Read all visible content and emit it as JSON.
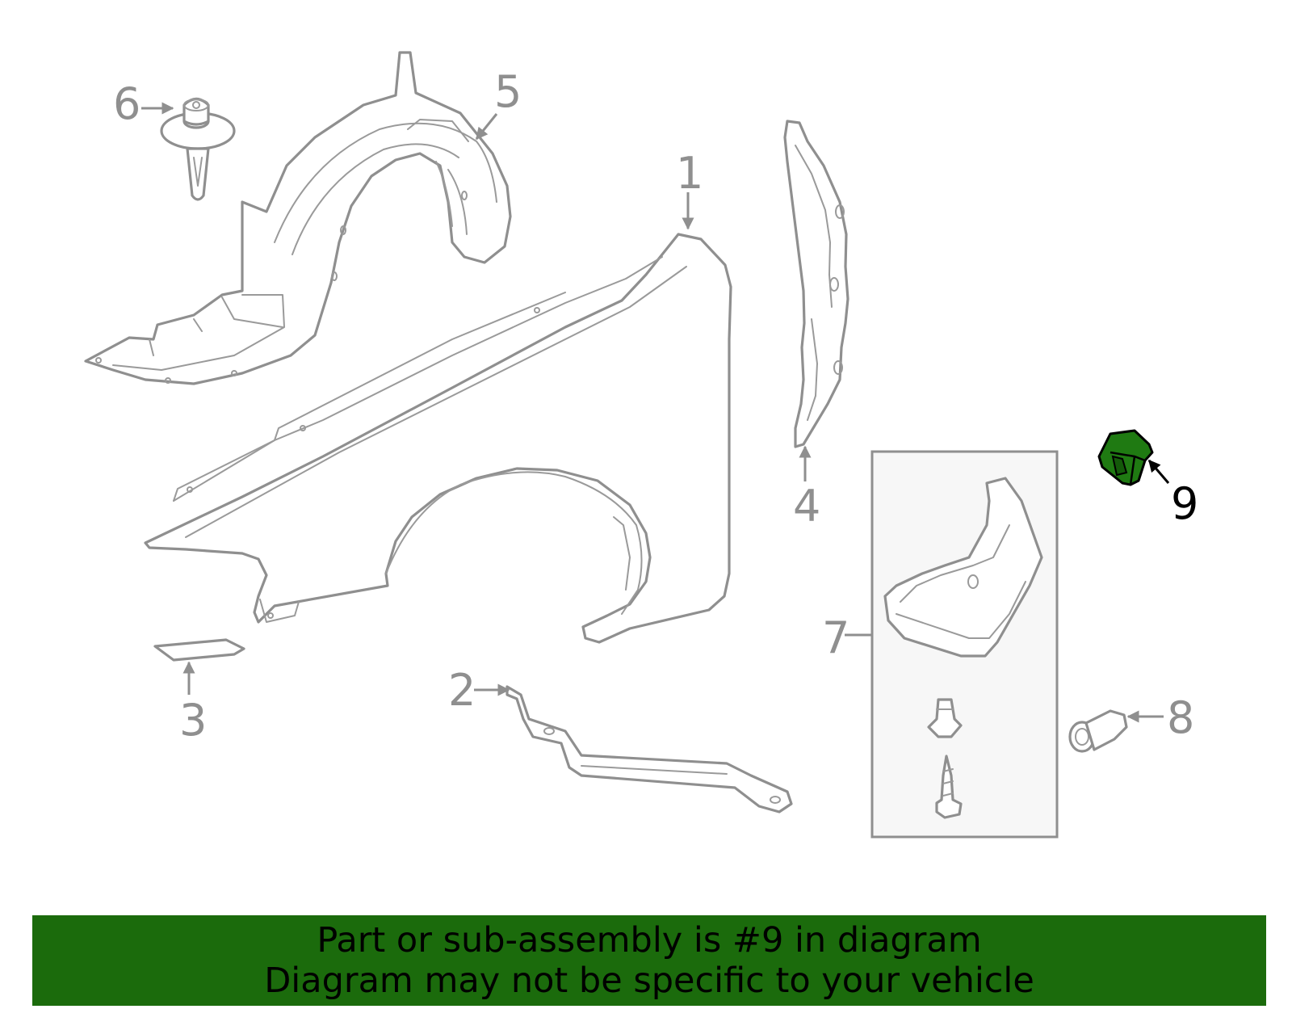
{
  "diagram": {
    "callouts": [
      {
        "id": "1",
        "label": "1"
      },
      {
        "id": "2",
        "label": "2"
      },
      {
        "id": "3",
        "label": "3"
      },
      {
        "id": "4",
        "label": "4"
      },
      {
        "id": "5",
        "label": "5"
      },
      {
        "id": "6",
        "label": "6"
      },
      {
        "id": "7",
        "label": "7"
      },
      {
        "id": "8",
        "label": "8"
      },
      {
        "id": "9",
        "label": "9"
      }
    ],
    "highlighted_part": "9",
    "colors": {
      "line_art": "#8f8f8f",
      "highlight_fill": "#1f7a12",
      "highlight_label": "#000000",
      "kit_box_fill": "#f7f7f7"
    }
  },
  "banner": {
    "line1": "Part or sub-assembly is #9 in diagram",
    "line2": "Diagram may not be specific to your vehicle",
    "background": "#1b6b0c"
  }
}
